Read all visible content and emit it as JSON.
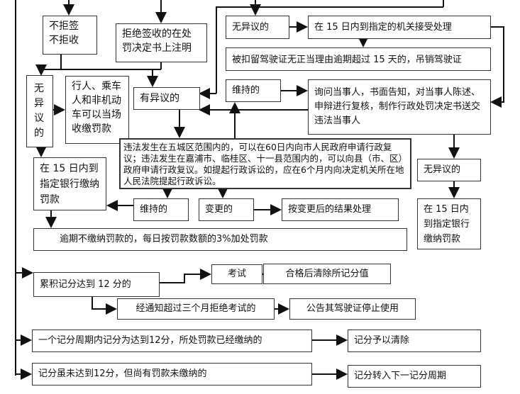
{
  "nodes": {
    "no_refuse": "不拒签\n不拒收",
    "refuse_sign": "拒绝签收的在处罚决定书上注明",
    "no_objection_top": "无异议的",
    "process_15d": "在 15 日内到指定的机关接受处理",
    "revoke": "被扣留驾驶证无正当理由逾期超过 15 天的，吊销驾驶证",
    "maintain_top": "维持的",
    "inquiry": "询问当事人，书面告知，对当事人陈述、申辩进行复核，制作行政处罚决定书送交违法当事人",
    "has_objection": "有异议的",
    "no_objection_left": "无异议的",
    "pay_on_spot": "行人、乘车人和非机动车可以当场收缴罚款",
    "reconsideration": "违法发生在五城区范围内的，可以在60日内向市人民政府申请行政复议；违法发生在嘉浦市、临桂区、十一县范围内的，可以向县（市、区）政府申请行政复议。如提起行政诉讼的，应在6个月内向决定机关所在地人民法院提起行政诉讼。",
    "pay_bank_left": "在 15 日内到指定银行缴纳罚款",
    "maintain_bottom": "维持的",
    "changed": "变更的",
    "per_change": "按变更后的结果处理",
    "no_objection_right": "无异议的",
    "pay_bank_right": "在 15 日内到指定银行缴纳罚款",
    "late_fee": "逾期不缴纳罚款的，每日按罚款数额的3%加处罚款",
    "points_12": "累积记分达到 12 分的",
    "exam": "考试",
    "pass_clear": "合格后清除所记分值",
    "refuse_exam": "经通知超过三个月拒绝考试的",
    "suspend": "公告其驾驶证停止使用",
    "cycle_under": "一个记分周期内记分为达到12分，所处罚款已经缴纳的",
    "cleared": "记分予以清除",
    "unpaid": "记分虽未达到12分，但尚有罚款未缴纳的",
    "carry_over": "记分转入下一记分周期"
  }
}
